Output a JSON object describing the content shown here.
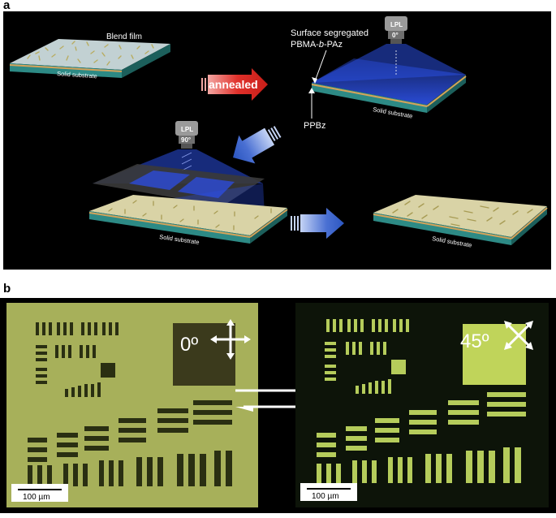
{
  "figure": {
    "panel_a": {
      "letter": "a",
      "blend_film": "Blend film",
      "annealed": "annealed",
      "surface_line1": "Surface segregated",
      "surface_line2_pre": "PBMA-",
      "surface_line2_b": "b",
      "surface_line2_post": "-PAz",
      "ppbz": "PPBz",
      "substrate": "Solid substrate",
      "lpl_top": "LPL",
      "lpl_top_angle": "0°",
      "lpl_bottom": "LPL",
      "lpl_bottom_angle": "90°"
    },
    "panel_b": {
      "letter": "b",
      "angle_left": "0º",
      "angle_right": "45º",
      "scale_left": "100 µm",
      "scale_right": "100 µm"
    }
  },
  "colors": {
    "arrow_red": "#e0302a",
    "arrow_blue": "#3b64c8",
    "light_blue": "#2f55e6",
    "substrate": "#2d8a85",
    "micro_left": "#a7b05a",
    "micro_right": "#0d1409",
    "micro_bright": "#c8e064"
  }
}
